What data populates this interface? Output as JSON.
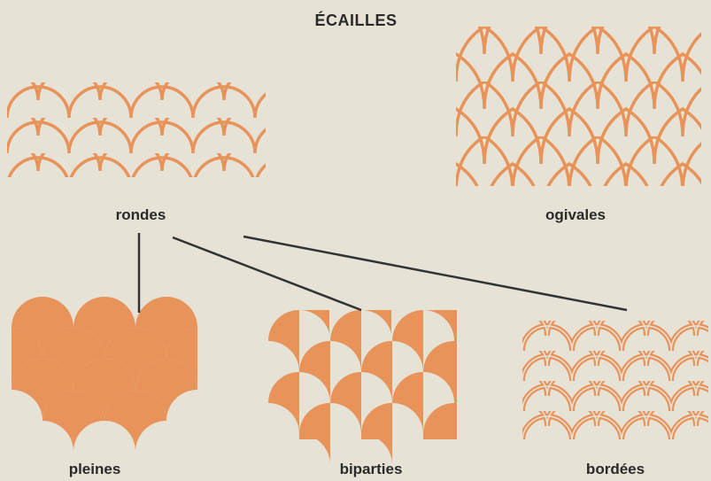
{
  "title": "ÉCAILLES",
  "labels": {
    "rondes": "rondes",
    "ogivales": "ogivales",
    "pleines": "pleines",
    "biparties": "biparties",
    "bordees": "bordées"
  },
  "colors": {
    "background": "#e6e2d6",
    "scale": "#e8935a",
    "line": "#333333"
  }
}
